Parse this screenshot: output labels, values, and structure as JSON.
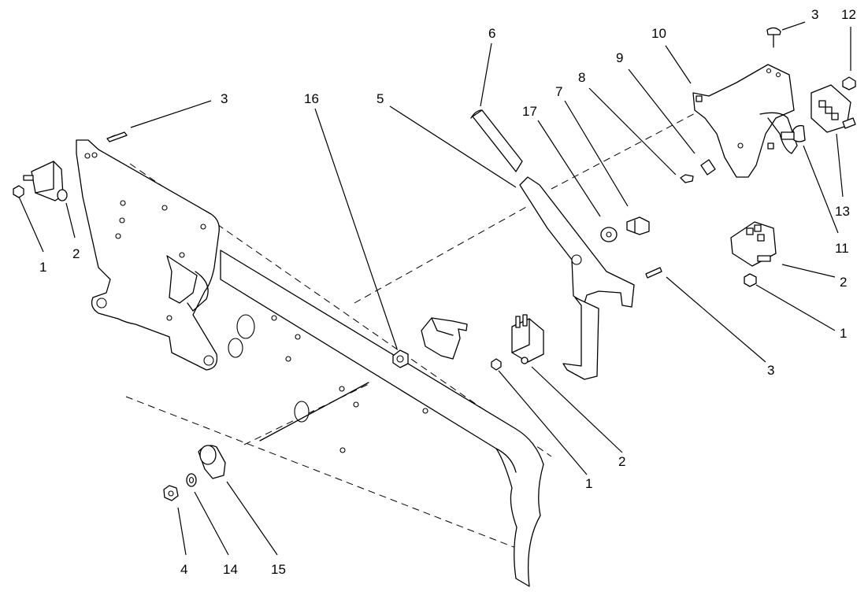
{
  "callouts": [
    {
      "id": "c1a",
      "label": "1"
    },
    {
      "id": "c2a",
      "label": "2"
    },
    {
      "id": "c3a",
      "label": "3"
    },
    {
      "id": "c16",
      "label": "16"
    },
    {
      "id": "c5",
      "label": "5"
    },
    {
      "id": "c6",
      "label": "6"
    },
    {
      "id": "c17",
      "label": "17"
    },
    {
      "id": "c7",
      "label": "7"
    },
    {
      "id": "c8",
      "label": "8"
    },
    {
      "id": "c9",
      "label": "9"
    },
    {
      "id": "c10",
      "label": "10"
    },
    {
      "id": "c3b",
      "label": "3"
    },
    {
      "id": "c12",
      "label": "12"
    },
    {
      "id": "c13",
      "label": "13"
    },
    {
      "id": "c11",
      "label": "11"
    },
    {
      "id": "c2b",
      "label": "2"
    },
    {
      "id": "c1b",
      "label": "1"
    },
    {
      "id": "c3c",
      "label": "3"
    },
    {
      "id": "c2c",
      "label": "2"
    },
    {
      "id": "c1c",
      "label": "1"
    },
    {
      "id": "c4",
      "label": "4"
    },
    {
      "id": "c14",
      "label": "14"
    },
    {
      "id": "c15",
      "label": "15"
    }
  ]
}
